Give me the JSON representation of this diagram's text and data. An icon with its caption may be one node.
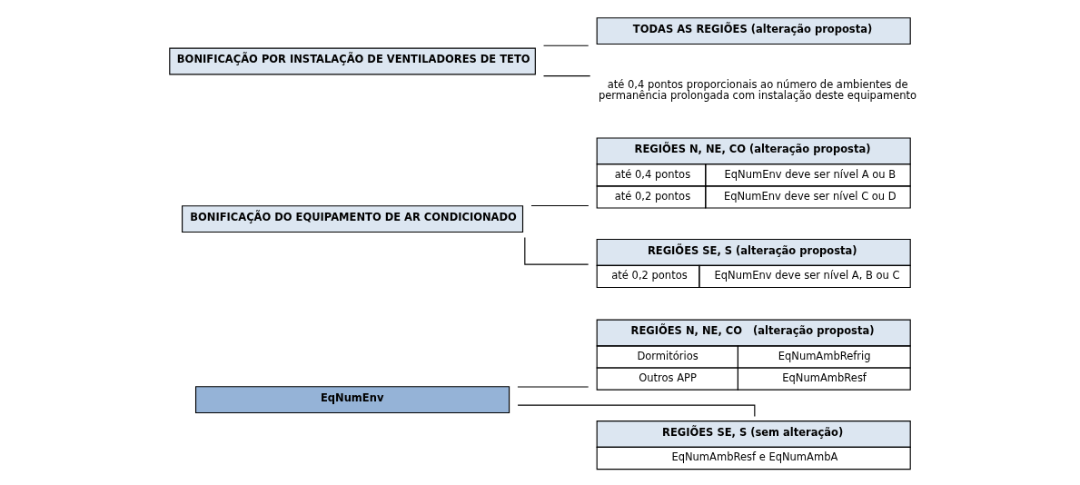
{
  "diagram": {
    "nodes": [
      {
        "text": [
          "EqNumEnv"
        ]
      },
      {
        "text": [
          "REGIÕES N, NE, CO   (alteração proposta)",
          "Dormitórios",
          "EqNumAmbRefrig",
          "Outros APP",
          "EqNumAmbResf"
        ]
      },
      {
        "text": [
          "REGIÕES SE, S (sem alteração)",
          "EqNumAmbResf e EqNumAmbA"
        ]
      },
      {
        "text": [
          "BONIFICAÇÃO DO EQUIPAMENTO DE AR CONDICIONADO"
        ]
      },
      {
        "text": [
          "REGIÕES N, NE, CO (alteração proposta)",
          "até 0,4 pontos",
          "EqNumEnv deve ser nível A ou B",
          "até 0,2 pontos",
          "EqNumEnv deve ser nível C ou D"
        ]
      },
      {
        "text": [
          "REGIÕES SE, S (alteração proposta)",
          "até 0,2 pontos",
          "EqNumEnv deve ser nível A, B ou C"
        ]
      },
      {
        "text": [
          "BONIFICAÇÃO POR INSTALAÇÃO DE VENTILADORES DE TETO"
        ]
      },
      {
        "text": [
          "TODAS AS REGIÕES (alteração proposta)"
        ]
      },
      {
        "text": [
          "até 0,4 pontos proporcionais ao número de ambientes de permanência prolongada com instalação deste equipamento"
        ]
      }
    ],
    "edges": [
      {
        "from": 0,
        "to": 1,
        "arrow": "none"
      },
      {
        "from": 0,
        "to": 2,
        "arrow": "none"
      },
      {
        "from": 3,
        "to": 4,
        "arrow": "none"
      },
      {
        "from": 3,
        "to": 5,
        "arrow": "none"
      },
      {
        "from": 6,
        "to": 7,
        "arrow": "none"
      },
      {
        "from": 6,
        "to": 8,
        "arrow": "none"
      }
    ]
  }
}
